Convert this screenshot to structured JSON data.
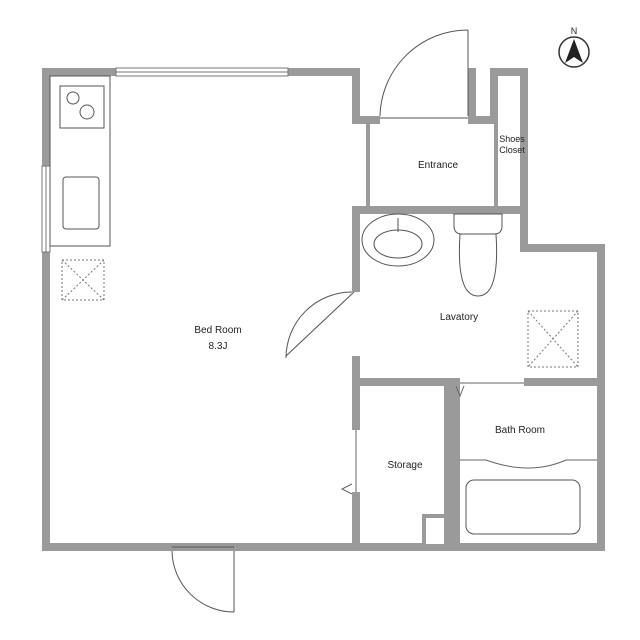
{
  "rooms": {
    "bedroom": {
      "name": "Bed Room",
      "size": "8.3J"
    },
    "entrance": {
      "name": "Entrance"
    },
    "shoes_closet": {
      "line1": "Shoes",
      "line2": "Closet"
    },
    "lavatory": {
      "name": "Lavatory"
    },
    "bathroom": {
      "name": "Bath Room"
    },
    "storage": {
      "name": "Storage"
    }
  },
  "compass": {
    "label": "N"
  },
  "colors": {
    "wall": "#9a9a9a",
    "line": "#555555"
  }
}
